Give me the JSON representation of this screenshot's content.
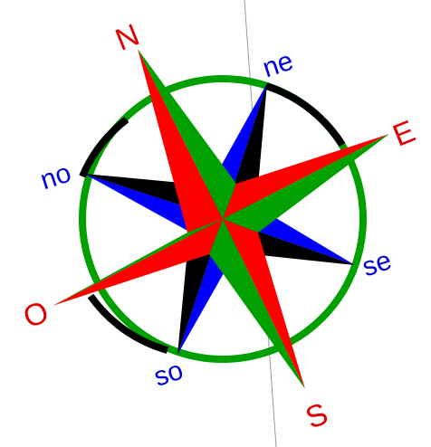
{
  "compass": {
    "labels": {
      "north": "N",
      "northeast": "ne",
      "east": "E",
      "southeast": "se",
      "south": "S",
      "southwest": "so",
      "west": "O",
      "northwest": "no"
    },
    "colors": {
      "cardinal_labels": "#e00000",
      "intercardinal_labels": "#0000dd",
      "ring_green": "#00a000",
      "ring_black": "#000000",
      "point_red": "#ff0000",
      "point_green": "#00a000",
      "point_blue": "#0000ff",
      "point_black": "#000000",
      "meridian_line": "#999999"
    }
  }
}
